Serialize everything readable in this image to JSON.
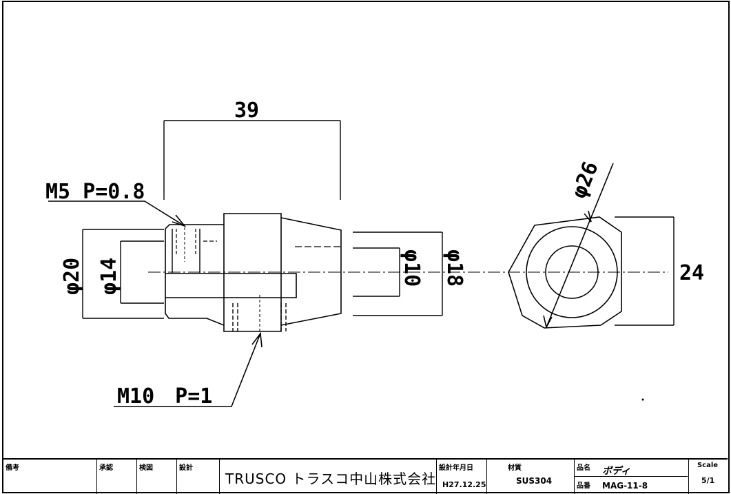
{
  "dimensions": {
    "overall_length": "39",
    "thread_small": "M5 P=0.8",
    "thread_large": "M10　P=1",
    "dia_outer": "φ20",
    "dia_inner": "φ14",
    "dia_10": "φ10",
    "dia_18": "φ18",
    "dia_26": "φ26",
    "across_flats": "24"
  },
  "title_block": {
    "remarks_label": "備考",
    "approved_label": "承認",
    "checked_label": "検図",
    "designed_label": "設計",
    "company": "TRUSCO トラスコ中山株式会社",
    "date_label": "設計年月日",
    "date_value": "H27.12.25",
    "material_label": "材質",
    "material_value": "SUS304",
    "part_name_label": "品名",
    "part_name_value": "ボディ",
    "part_no_label": "品番",
    "part_no_value": "MAG-11-8",
    "scale_label": "Scale",
    "scale_value": "5/1"
  }
}
